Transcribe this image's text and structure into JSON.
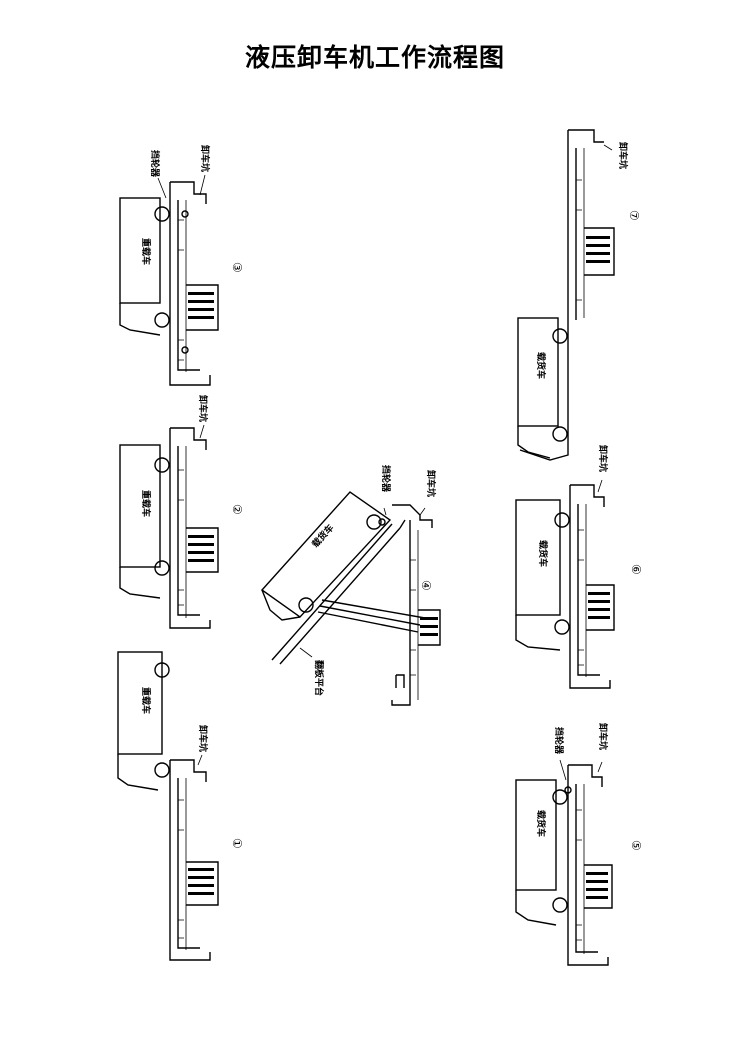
{
  "title": "液压卸车机工作流程图",
  "labels": {
    "truck": "重载车",
    "truck_alt": "载货车",
    "stopper": "挡轮器",
    "pit": "卸车坑",
    "platform": "翻板平台"
  },
  "steps": [
    "①",
    "②",
    "③",
    "④",
    "⑤",
    "⑥",
    "⑦"
  ]
}
